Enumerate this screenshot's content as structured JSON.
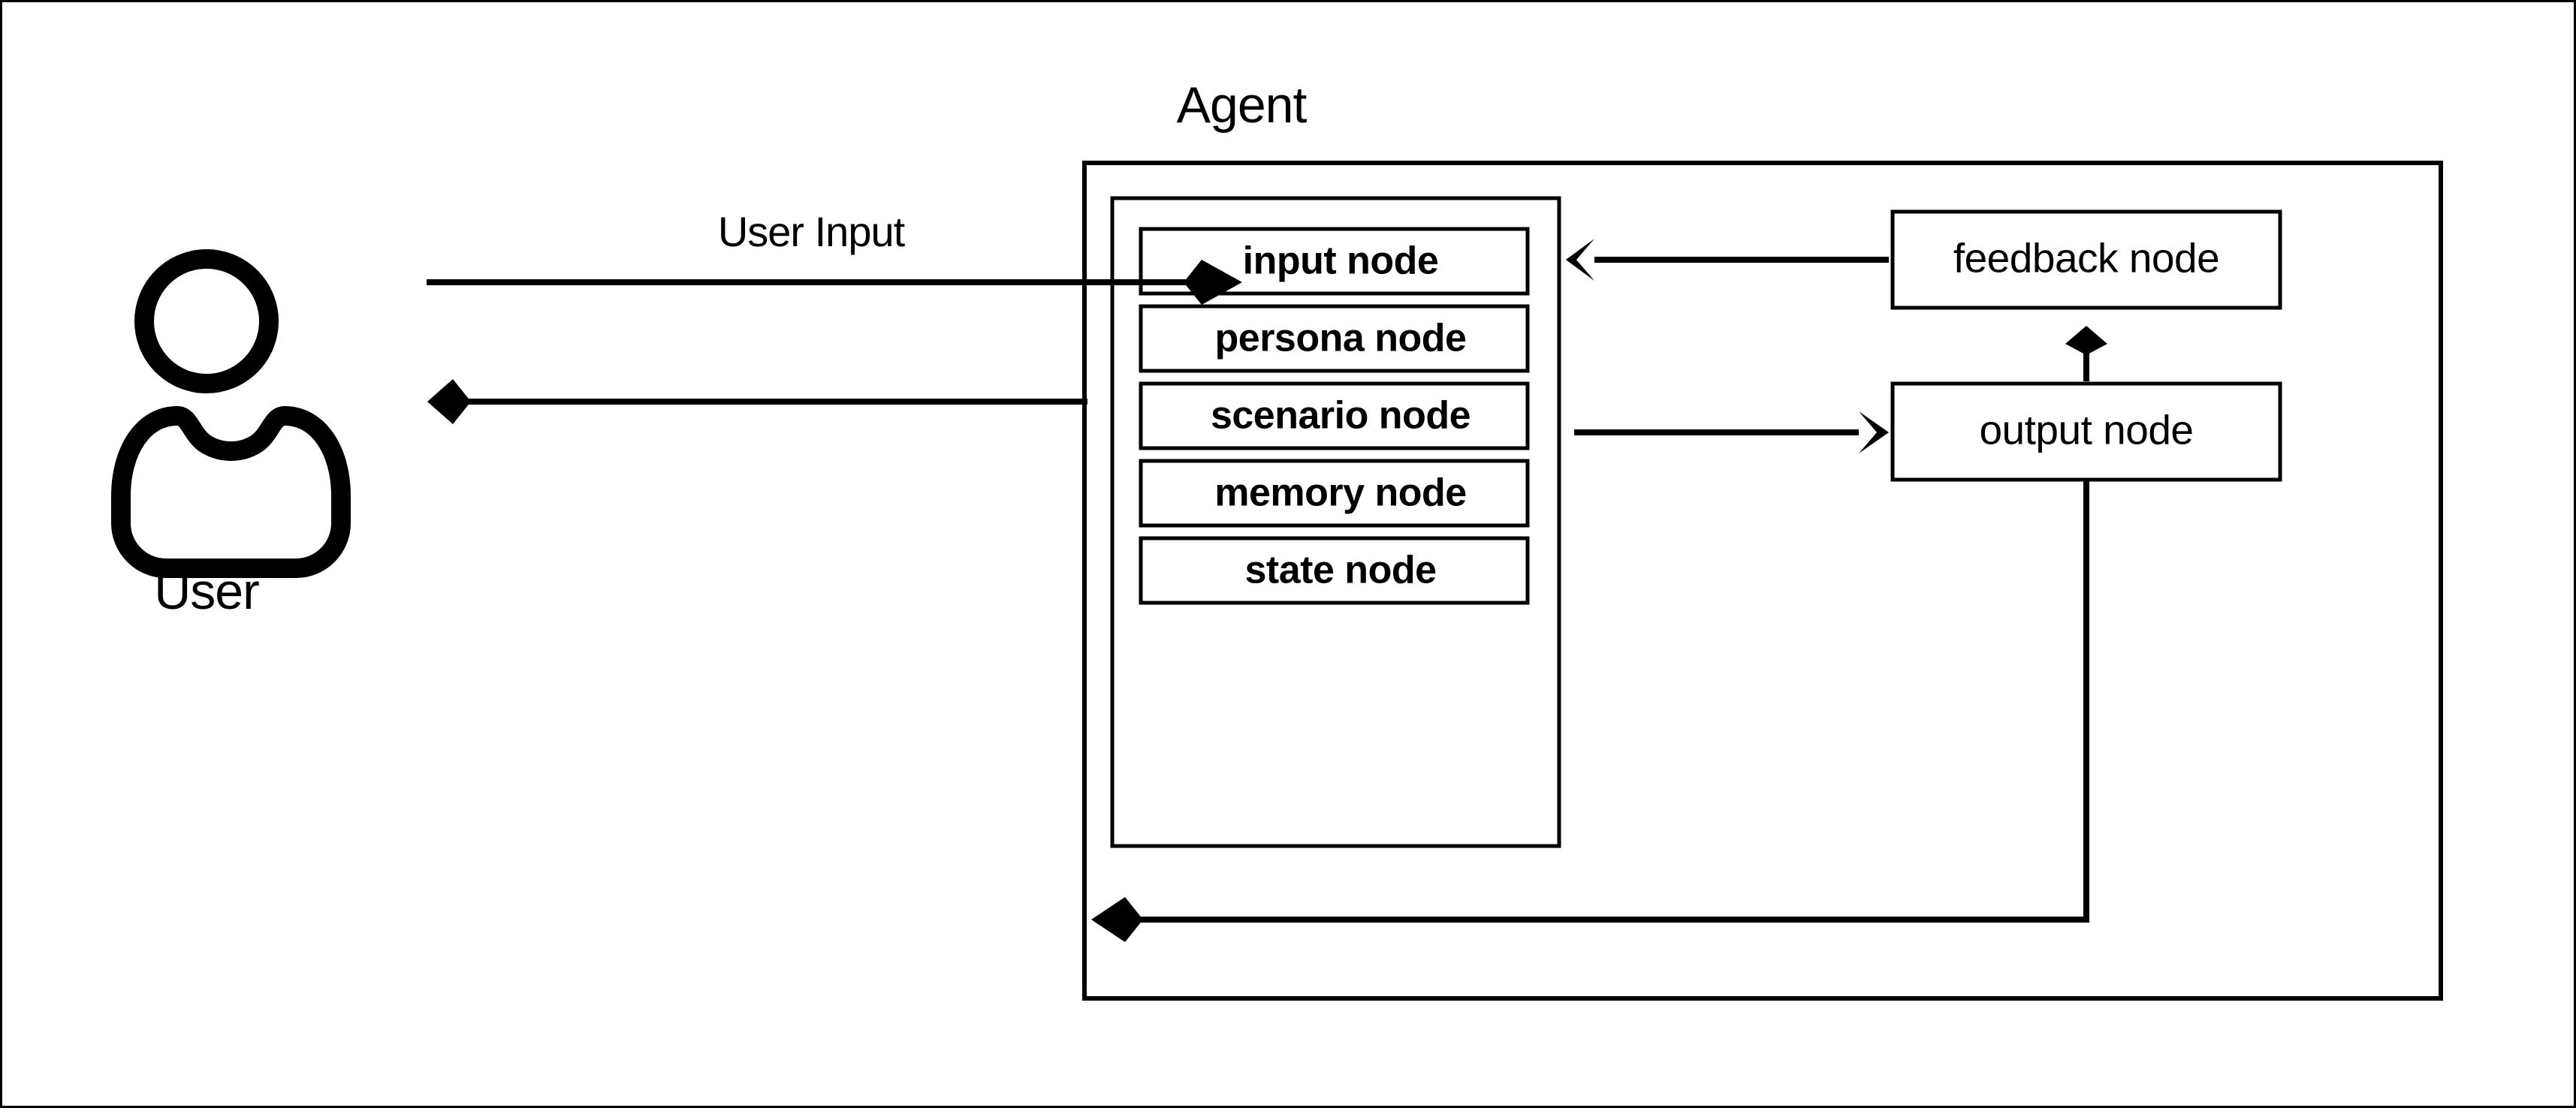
{
  "diagram": {
    "title": "Agent",
    "actor": {
      "label": "User",
      "icon": "user-person-icon"
    },
    "edges": {
      "user_input_label": "User Input",
      "agent_response_label": "",
      "persona_to_output_label": "",
      "feedback_to_input_label": "",
      "output_to_feedback_label": "",
      "output_loop_back_label": ""
    },
    "agent": {
      "frame_label": "Agent",
      "inner_nodes": [
        {
          "id": "input-node",
          "label": "input node"
        },
        {
          "id": "persona-node",
          "label": "persona node"
        },
        {
          "id": "scenario-node",
          "label": "scenario node"
        },
        {
          "id": "memory-node",
          "label": "memory node"
        },
        {
          "id": "state-node",
          "label": "state node"
        }
      ],
      "side_nodes": [
        {
          "id": "feedback-node",
          "label": "feedback node"
        },
        {
          "id": "output-node",
          "label": "output node"
        }
      ]
    },
    "colors": {
      "stroke": "#000000",
      "background": "#ffffff",
      "text": "#000000"
    }
  }
}
